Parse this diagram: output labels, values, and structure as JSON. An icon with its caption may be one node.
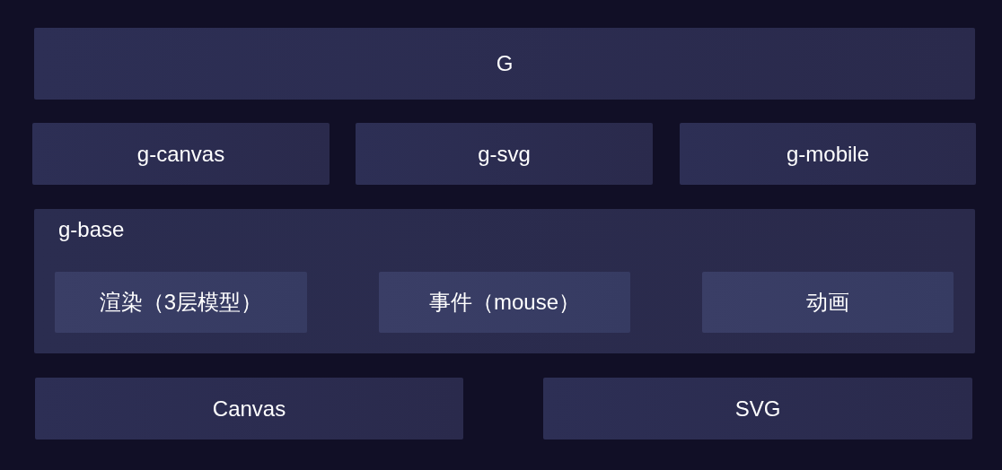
{
  "diagram": {
    "nodes": [
      {
        "text": [
          "G"
        ]
      },
      {
        "text": [
          "g-canvas"
        ]
      },
      {
        "text": [
          "g-svg"
        ]
      },
      {
        "text": [
          "g-mobile"
        ]
      },
      {
        "text": [
          "g-base"
        ]
      },
      {
        "text": [
          "渲染（3层模型）"
        ],
        "in": 4
      },
      {
        "text": [
          "事件（mouse）"
        ],
        "in": 4
      },
      {
        "text": [
          "动画"
        ],
        "in": 4
      },
      {
        "text": [
          "Canvas"
        ]
      },
      {
        "text": [
          "SVG"
        ]
      }
    ]
  }
}
